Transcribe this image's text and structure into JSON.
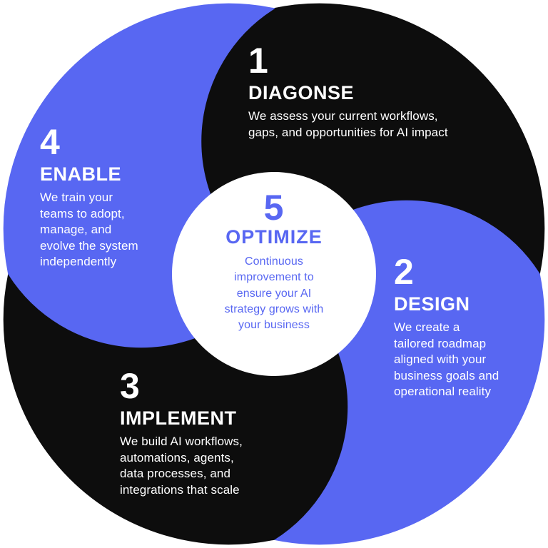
{
  "colors": {
    "accent_blue": "#5867F2",
    "ink_black": "#0D0D0D",
    "background": "#FFFFFF",
    "center_circle": "#FFFFFF"
  },
  "steps": [
    {
      "number": "1",
      "title": "DIAGONSE",
      "body": "We assess your current workflows,\ngaps, and opportunities for AI impact",
      "segment_color": "black"
    },
    {
      "number": "2",
      "title": "DESIGN",
      "body": "We create a\ntailored roadmap\naligned with your\nbusiness goals and\noperational reality",
      "segment_color": "blue"
    },
    {
      "number": "3",
      "title": "IMPLEMENT",
      "body": "We build AI workflows,\nautomations, agents,\ndata processes, and\nintegrations that scale",
      "segment_color": "black"
    },
    {
      "number": "4",
      "title": "ENABLE",
      "body": "We train your\nteams to adopt,\nmanage, and\nevolve the system\nindependently",
      "segment_color": "blue"
    },
    {
      "number": "5",
      "title": "OPTIMIZE",
      "body": "Continuous\nimprovement to\nensure your AI\nstrategy grows with\nyour business",
      "segment_color": "white-circle"
    }
  ]
}
